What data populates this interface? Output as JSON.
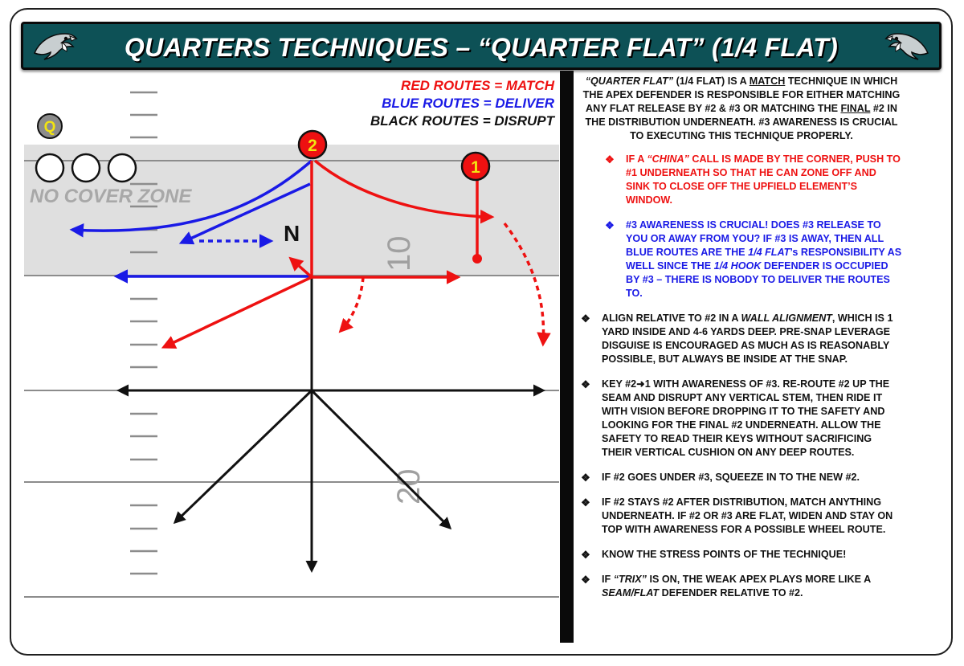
{
  "banner": {
    "title": "QUARTERS TECHNIQUES – “QUARTER FLAT” (1/4 FLAT)",
    "color": "#0d5156",
    "logo_icon": "eagle-head-icon"
  },
  "legend": {
    "red": "RED ROUTES = MATCH",
    "blue": "BLUE ROUTES = DELIVER",
    "black": "BLACK ROUTES = DISRUPT",
    "colors": {
      "red": "#ee1111",
      "blue": "#1a1ae6",
      "black": "#111111"
    }
  },
  "field": {
    "zone_label": "NO COVER ZONE",
    "yard_markers": [
      "10",
      "20"
    ],
    "qb_label": "Q",
    "receiver_2": "2",
    "receiver_1": "1",
    "defender_label": "N"
  },
  "text": {
    "intro": {
      "p1": "“QUARTER FLAT”",
      "p2": " (1/4 FLAT) IS A ",
      "p3": "MATCH",
      "p4": " TECHNIQUE IN WHICH THE APEX DEFENDER IS RESPONSIBLE FOR EITHER MATCHING ANY FLAT RELEASE BY #2 & #3 OR MATCHING THE ",
      "p5": "FINAL",
      "p6": " #2 IN THE DISTRIBUTION UNDERNEATH. #3 AWARENESS IS CRUCIAL TO EXECUTING THIS TECHNIQUE PROPERLY."
    },
    "china": {
      "p1": "IF A ",
      "p2": "“CHINA”",
      "p3": " CALL IS MADE BY THE CORNER, PUSH TO #1 UNDERNEATH SO THAT HE CAN ZONE OFF AND SINK TO CLOSE OFF THE UPFIELD ELEMENT’S WINDOW."
    },
    "awareness": {
      "p1": "#3 AWARENESS IS CRUCIAL! DOES #3 RELEASE TO YOU OR AWAY FROM YOU? IF #3 IS AWAY, THEN ALL BLUE ROUTES ARE THE ",
      "p2": "1/4 FLAT",
      "p3": "’s RESPONSIBILITY AS WELL SINCE THE ",
      "p4": "1/4 HOOK",
      "p5": " DEFENDER IS OCCUPIED BY #3 – THERE IS NOBODY TO DELIVER THE ROUTES TO."
    },
    "align": {
      "p1": "ALIGN RELATIVE TO #2 IN A ",
      "p2": "WALL ALIGNMENT",
      "p3": ", WHICH IS 1 YARD INSIDE AND 4-6 YARDS DEEP. PRE-SNAP LEVERAGE DISGUISE IS ENCOURAGED AS MUCH AS IS REASONABLY POSSIBLE, BUT ALWAYS BE INSIDE AT THE SNAP."
    },
    "key": "KEY #2➜1 WITH AWARENESS OF #3. RE-ROUTE #2 UP THE SEAM AND DISRUPT ANY VERTICAL STEM, THEN RIDE IT WITH VISION BEFORE DROPPING IT TO THE SAFETY AND LOOKING FOR THE FINAL #2 UNDERNEATH. ALLOW THE SAFETY TO READ THEIR KEYS WITHOUT SACRIFICING THEIR VERTICAL CUSHION ON ANY DEEP ROUTES.",
    "under": "IF #2 GOES UNDER #3, SQUEEZE IN TO THE NEW #2.",
    "stays": "IF #2 STAYS #2 AFTER DISTRIBUTION, MATCH ANYTHING UNDERNEATH. IF #2 OR #3 ARE FLAT, WIDEN AND STAY ON TOP WITH AWARENESS FOR A POSSIBLE WHEEL ROUTE.",
    "stress": "KNOW THE STRESS POINTS OF THE TECHNIQUE!",
    "trix": {
      "p1": "IF ",
      "p2": "“TRIX”",
      "p3": " IS ON, THE WEAK APEX PLAYS MORE LIKE A ",
      "p4": "SEAM/FLAT",
      "p5": " DEFENDER RELATIVE TO #2."
    },
    "bullet_glyph": "❖"
  }
}
